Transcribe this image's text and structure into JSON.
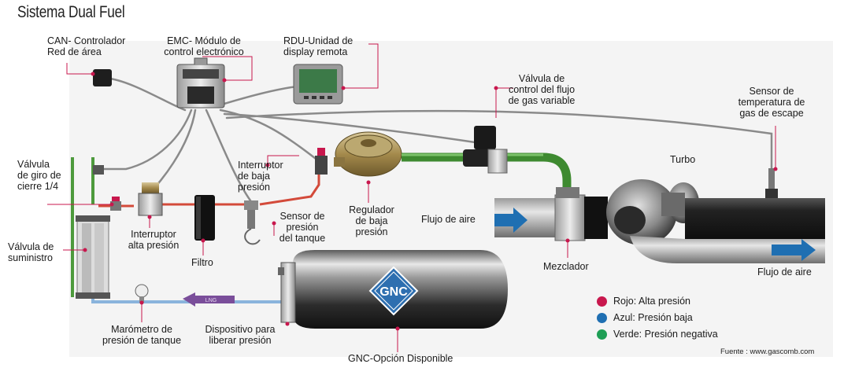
{
  "title": "Sistema Dual Fuel",
  "labels": {
    "can": "CAN- Controlador\nRed de área",
    "emc": "EMC- Módulo de\ncontrol electrónico",
    "rdu": "RDU-Unidad de\ndisplay remota",
    "valvula_flujo": "Válvula de\ncontrol del flujo\nde gas variable",
    "sensor_temp": "Sensor de\ntemperatura de\ngas de escape",
    "valvula_giro": "Válvula\nde giro de\ncierre 1/4",
    "interruptor_baja": "Interruptor\nde baja\npresión",
    "regulador": "Regulador\nde baja\npresión",
    "turbo": "Turbo",
    "flujo_aire_in": "Flujo de aire",
    "flujo_aire_out": "Flujo de aire",
    "sensor_presion": "Sensor de\npresión\ndel tanque",
    "interruptor_alta": "Interruptor\nalta presión",
    "filtro": "Filtro",
    "valvula_suministro": "Válvula de\nsuministro",
    "mezclador": "Mezclador",
    "manometro": "Marómetro de\npresión de tanque",
    "dispositivo": "Dispositivo para\nliberar presión",
    "gnc_opcion": "GNC-Opción Disponible",
    "tank_badge": "GNC",
    "lng_arrow": "LNG"
  },
  "legend": [
    {
      "label": "Rojo: Alta presión",
      "color": "#c8174d"
    },
    {
      "label": "Azul: Presión baja",
      "color": "#1f6fb2"
    },
    {
      "label": "Verde: Presión negativa",
      "color": "#1e9e55"
    }
  ],
  "source": "Fuente : www.gascomb.com",
  "colors": {
    "high_pressure": "#c8174d",
    "low_pressure": "#1f6fb2",
    "negative_pressure": "#1e9e55",
    "callout": "#c8174d",
    "pipe_green": "#4d9a3c",
    "pipe_blue": "#8ab4dc",
    "pipe_red": "#d34a3a"
  }
}
